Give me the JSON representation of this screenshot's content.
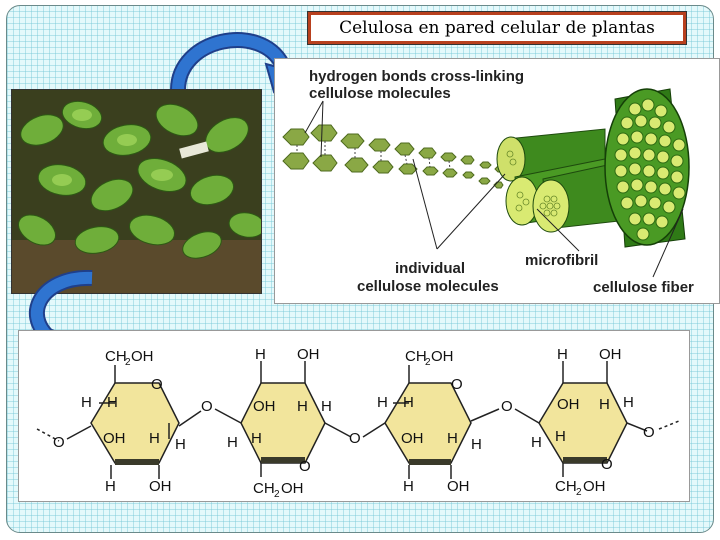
{
  "title": "Celulosa en pared celular de plantas",
  "labels": {
    "hydrogen_bonds_1": "hydrogen bonds cross-linking",
    "hydrogen_bonds_2": "cellulose molecules",
    "microfibril": "microfibril",
    "individual_1": "individual",
    "individual_2": "cellulose molecules",
    "cellulose_fiber": "cellulose fiber"
  },
  "glucose_units": [
    {
      "top_left": "CH",
      "top_left_sub": "2",
      "top_left_tail": "OH",
      "top_right": "",
      "ring_o": "O",
      "c4_h": "H",
      "c1_h": "H",
      "c3_left": "OH",
      "c2_right": "H",
      "c2_h": "H",
      "bottom_left": "H",
      "bottom_right": "OH"
    },
    {
      "top_left": "H",
      "top_right": "OH",
      "c4_left": "OH",
      "c3_right": "H",
      "c1_right": "H",
      "c5_left": "H",
      "c2_h": "H",
      "ring_o": "O",
      "bottom_left": "CH",
      "bottom_sub": "2",
      "bottom_tail": "OH"
    },
    {
      "top_left": "CH",
      "top_left_sub": "2",
      "top_left_tail": "OH",
      "ring_o": "O",
      "c4_h": "H",
      "c1_h": "H",
      "c3_left": "OH",
      "c2_right": "H",
      "c2_h": "H",
      "bottom_left": "H",
      "bottom_right": "OH"
    },
    {
      "top_left": "H",
      "top_right": "OH",
      "c4_left": "OH",
      "c3_right": "H",
      "c1_right": "H",
      "c5_left": "H",
      "c2_h": "H",
      "ring_o": "O",
      "bottom_left": "CH",
      "bottom_sub": "2",
      "bottom_tail": "OH"
    }
  ],
  "bridge_o": [
    "O",
    "O",
    "O",
    "O",
    "O"
  ],
  "colors": {
    "title_border": "#b8401e",
    "arrow_blue": "#1f5fb8",
    "ring_fill": "#f2e59c",
    "fiber_green": "#3e8a1e",
    "fiber_light": "#d9ea72"
  }
}
